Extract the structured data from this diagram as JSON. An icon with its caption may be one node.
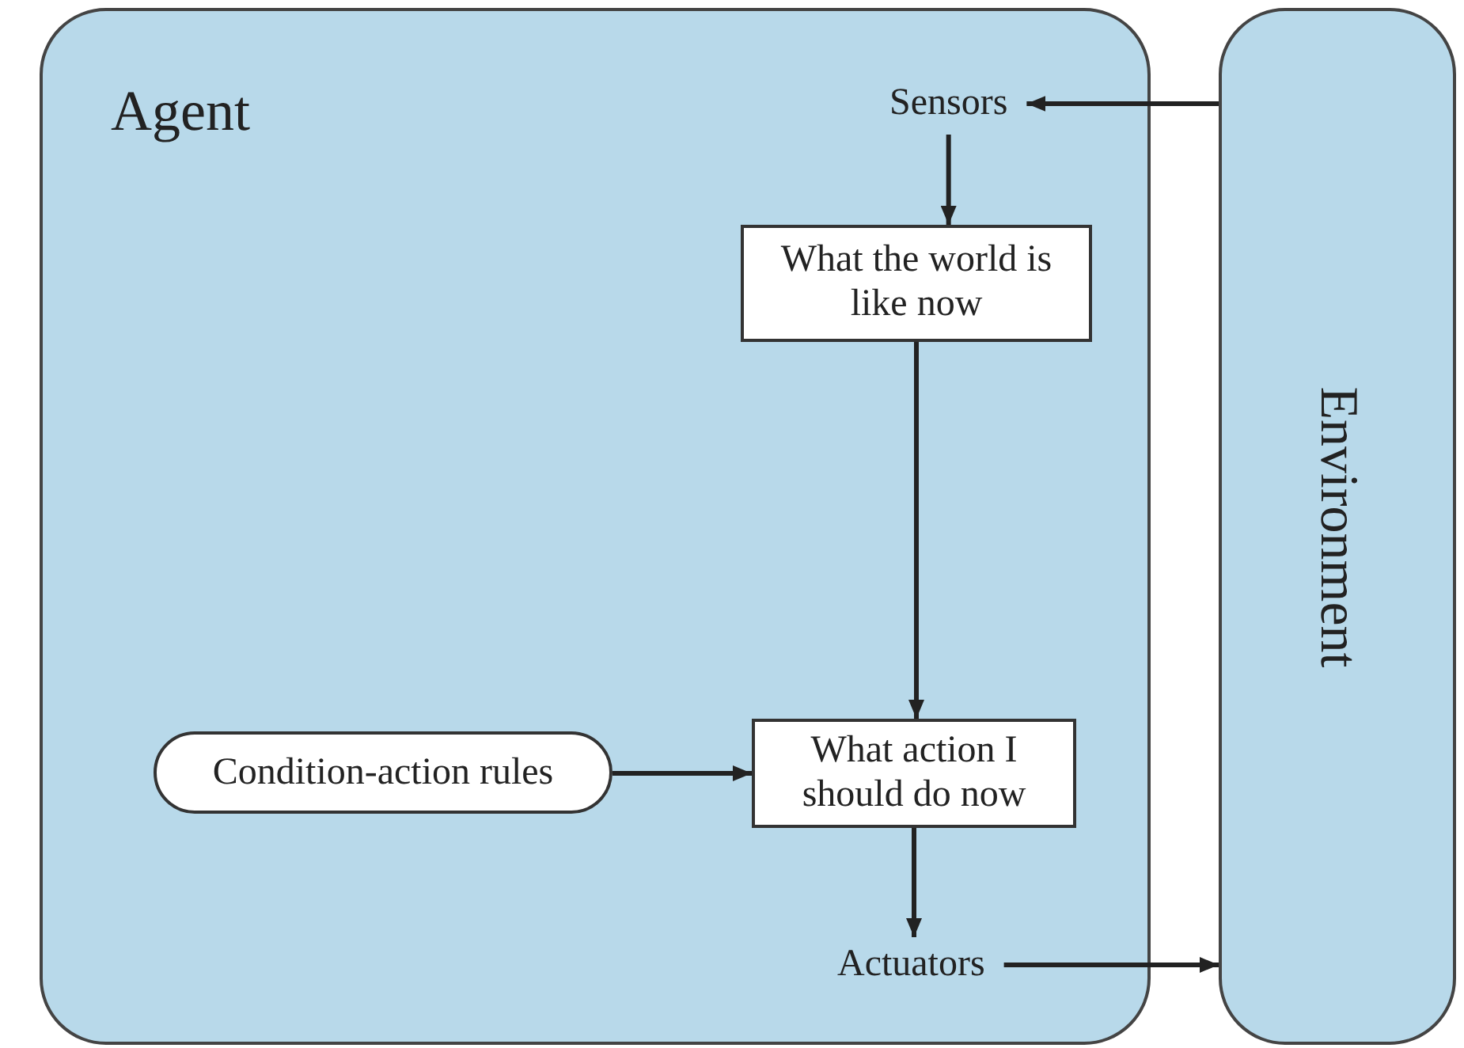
{
  "diagram": {
    "nodes": [
      {
        "text": [
          "Agent"
        ]
      },
      {
        "text": [
          "Sensors"
        ],
        "in": 0
      },
      {
        "text": [
          "What the world is like now"
        ],
        "in": 0
      },
      {
        "text": [
          "Condition-action rules"
        ],
        "in": 0
      },
      {
        "text": [
          "What action I should do now"
        ],
        "in": 0
      },
      {
        "text": [
          "Actuators"
        ],
        "in": 0
      },
      {
        "text": [
          "Environment"
        ]
      }
    ],
    "edges": [
      {
        "from": 6,
        "to": 1,
        "arrow": "to"
      },
      {
        "from": 1,
        "to": 2,
        "arrow": "to"
      },
      {
        "from": 2,
        "to": 4,
        "arrow": "to"
      },
      {
        "from": 3,
        "to": 4,
        "arrow": "to"
      },
      {
        "from": 4,
        "to": 5,
        "arrow": "to"
      },
      {
        "from": 5,
        "to": 6,
        "arrow": "to"
      }
    ]
  }
}
